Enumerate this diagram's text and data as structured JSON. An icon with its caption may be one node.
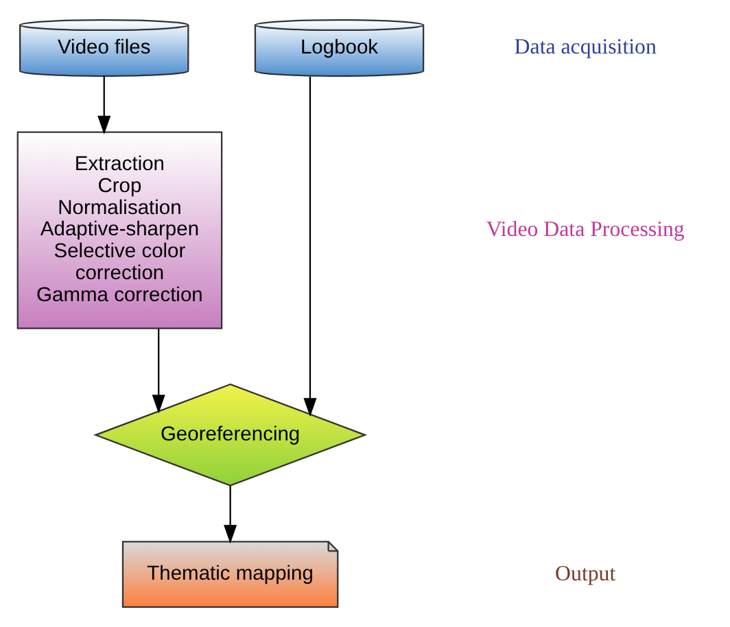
{
  "diagram": {
    "nodes": [
      {
        "text": [
          "Video files"
        ]
      },
      {
        "text": [
          "Logbook"
        ]
      },
      {
        "text": [
          "Extraction",
          "Crop",
          "Normalisation",
          "Adaptive-sharpen",
          "Selective color correction",
          "Gamma correction"
        ]
      },
      {
        "text": [
          "Georeferencing"
        ]
      },
      {
        "text": [
          "Thematic mapping"
        ]
      }
    ],
    "edges": [
      {
        "from": 0,
        "to": 2,
        "arrow": "to"
      },
      {
        "from": 1,
        "to": 3,
        "arrow": "to"
      },
      {
        "from": 2,
        "to": 3,
        "arrow": "to"
      },
      {
        "from": 3,
        "to": 4,
        "arrow": "to"
      }
    ],
    "labels": [
      "Data acquisition",
      "Video Data Processing",
      "Output"
    ]
  }
}
